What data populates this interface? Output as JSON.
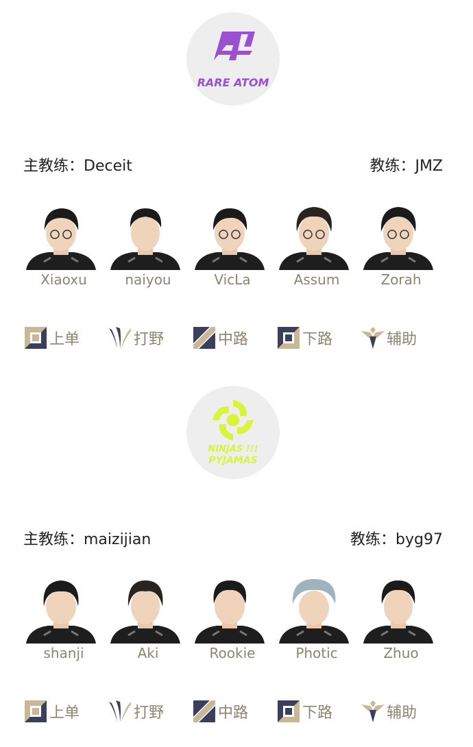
{
  "teams": [
    {
      "logo_text": "RARE ATOM",
      "head_coach": "主教练：Deceit",
      "coach": "教练：JMZ",
      "players": [
        "Xiaoxu",
        "naiyou",
        "VicLa",
        "Assum",
        "Zorah"
      ],
      "roles": [
        "上单",
        "打野",
        "中路",
        "下路",
        "辅助"
      ]
    },
    {
      "logo_text": [
        "NINJAS !!!",
        "PYJAMAS"
      ],
      "head_coach": "主教练：maizijian",
      "coach": "教练：byg97",
      "players": [
        "shanji",
        "Aki",
        "Rookie",
        "Photic",
        "Zhuo"
      ],
      "roles": [
        "上单",
        "打野",
        "中路",
        "下路",
        "辅助"
      ]
    }
  ],
  "colors": {
    "ra_purple": "#9b4fd1",
    "nip_green": "#d8f53a",
    "role_gold": "#c9b896",
    "role_navy": "#3a3f5c",
    "name_gold": "#8b8470"
  },
  "icons": [
    "top-lane-icon",
    "jungle-icon",
    "mid-lane-icon",
    "bot-lane-icon",
    "support-icon"
  ]
}
